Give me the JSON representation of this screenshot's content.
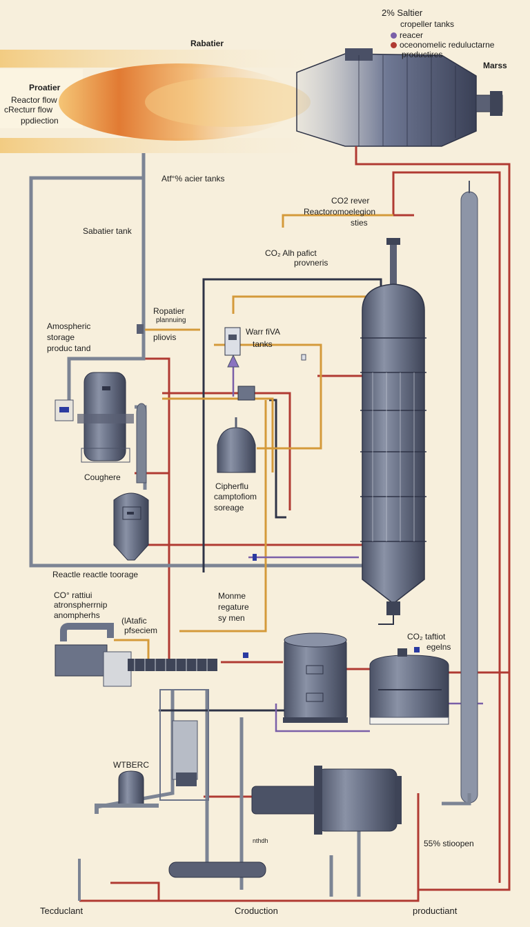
{
  "colors": {
    "background": "#f7efdc",
    "pipe_red": "#b03a32",
    "pipe_grey": "#7c8494",
    "pipe_orange": "#d49a3a",
    "pipe_purple": "#7a5fa8",
    "vessel": "#6b7388",
    "vessel_dark": "#3e4457",
    "flame": "#e0742a"
  },
  "legend": {
    "heading": "2% Saltier",
    "line1": "cropeller tanks",
    "item_purple": "reacer",
    "item_red": "oceonomelic reduluctarne",
    "item_red_2": "productires"
  },
  "labels": {
    "rabatier": "Rabatier",
    "marss": "Marss",
    "proatier": "Proatier",
    "reactor_flow": "Reactor flow",
    "recturr_flow": "cRecturr flow",
    "ppdiection": "ppdiection",
    "atf_tanks": "Atf°% acier tanks",
    "sabatier_tank": "Sabatier tank",
    "co2_rever": "CO2 rever",
    "reactor_stion": "Reactoromoelegion",
    "sties": "sties",
    "co_alh": "CO₂ Alh pafict",
    "provnedis": "provneris",
    "atmospheric": "Amospheric",
    "storage": "storage",
    "produc_tand": "produc tand",
    "ropatier": "Ropatier",
    "plannuing": "plannuing",
    "pliovis": "pliovis",
    "warr_fiva": "Warr fiVA",
    "tanks": "tanks",
    "coughere": "Coughere",
    "cipherflu": "Cipherflu",
    "camptofion": "camptofiom",
    "soreage": "soreage",
    "reactle": "Reactle reactle toorage",
    "co_rattiui": "CO° rattiui",
    "atronsphere": "atronspherrnip",
    "anompherhs": "anompherhs",
    "atafic": "(lAtafic",
    "pfsecrem": "pfseciem",
    "monme": "Monme",
    "regature": "regature",
    "sy_men": "sy men",
    "co_taftiot": "CO₂ taftiot",
    "egelns": "egelns",
    "wtberc": "WTBERC",
    "mtch": "nthdh",
    "ss_stioopen": "55% stioopen",
    "tecduclant": "Tecduclant",
    "croduction": "Croduction",
    "productiant": "productiant"
  }
}
